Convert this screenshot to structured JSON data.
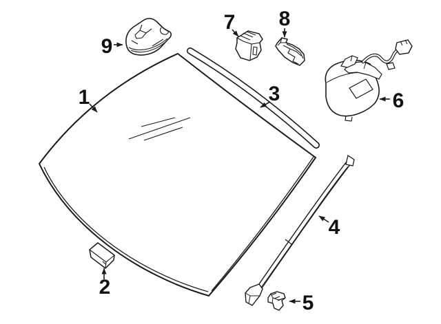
{
  "diagram": {
    "background_color": "#ffffff",
    "line_color": "#1a1a1a",
    "callouts": [
      {
        "label": "1"
      },
      {
        "label": "2"
      },
      {
        "label": "3"
      },
      {
        "label": "4"
      },
      {
        "label": "5"
      },
      {
        "label": "6"
      },
      {
        "label": "7"
      },
      {
        "label": "8"
      },
      {
        "label": "9"
      }
    ]
  }
}
